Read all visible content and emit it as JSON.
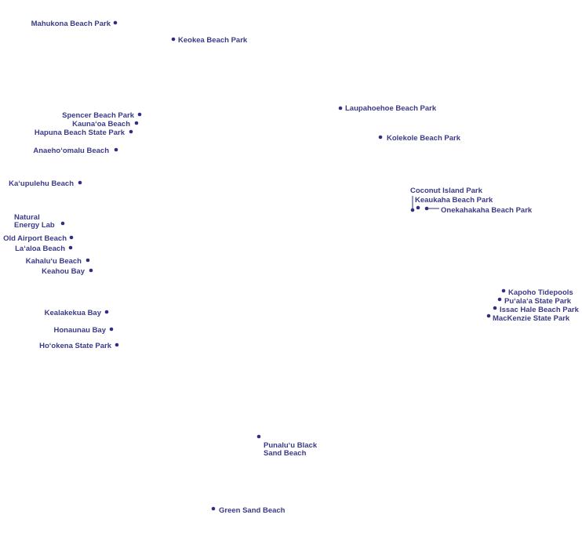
{
  "colors": {
    "marker": "#2e2e82",
    "label": "#3a3a8a",
    "background": "#ffffff"
  },
  "places": [
    {
      "id": "mahukona",
      "lines": [
        "Mahukona Beach Park"
      ]
    },
    {
      "id": "keokea",
      "lines": [
        "Keokea Beach Park"
      ]
    },
    {
      "id": "spencer",
      "lines": [
        "Spencer Beach Park"
      ]
    },
    {
      "id": "kaunaoa",
      "lines": [
        "Kauna‘oa Beach"
      ]
    },
    {
      "id": "hapuna",
      "lines": [
        "Hapuna Beach State Park"
      ]
    },
    {
      "id": "anaehoomalu",
      "lines": [
        "Anaeho‘omalu Beach"
      ]
    },
    {
      "id": "kaupulehu",
      "lines": [
        "Ka‘upulehu Beach"
      ]
    },
    {
      "id": "nelha",
      "lines": [
        "Natural",
        "Energy Lab"
      ]
    },
    {
      "id": "old-airport",
      "lines": [
        "Old Airport Beach"
      ]
    },
    {
      "id": "laaloa",
      "lines": [
        "La‘aloa Beach"
      ]
    },
    {
      "id": "kahaluu",
      "lines": [
        "Kahalu‘u Beach"
      ]
    },
    {
      "id": "keauhou",
      "lines": [
        "Keahou Bay"
      ]
    },
    {
      "id": "kealakekua",
      "lines": [
        "Kealakekua Bay"
      ]
    },
    {
      "id": "honaunau",
      "lines": [
        "Honaunau Bay"
      ]
    },
    {
      "id": "hookena",
      "lines": [
        "Ho‘okena State Park"
      ]
    },
    {
      "id": "laupahoehoe",
      "lines": [
        "Laupahoehoe Beach Park"
      ]
    },
    {
      "id": "kolekole",
      "lines": [
        "Kolekole Beach Park"
      ]
    },
    {
      "id": "coconut-island",
      "lines": [
        "Coconut Island Park"
      ]
    },
    {
      "id": "keaukaha",
      "lines": [
        "Keaukaha Beach Park"
      ]
    },
    {
      "id": "onekahakaha",
      "lines": [
        "Onekahakaha Beach Park"
      ]
    },
    {
      "id": "kapoho",
      "lines": [
        "Kapoho Tidepools"
      ]
    },
    {
      "id": "puala",
      "lines": [
        "Pu‘ala‘a State Park"
      ]
    },
    {
      "id": "isaac-hale",
      "lines": [
        "Issac Hale Beach Park"
      ]
    },
    {
      "id": "mackenzie",
      "lines": [
        "MacKenzie State Park"
      ]
    },
    {
      "id": "punaluu",
      "lines": [
        "Punalu‘u Black",
        "Sand Beach"
      ]
    },
    {
      "id": "green-sand",
      "lines": [
        "Green Sand Beach"
      ]
    }
  ]
}
